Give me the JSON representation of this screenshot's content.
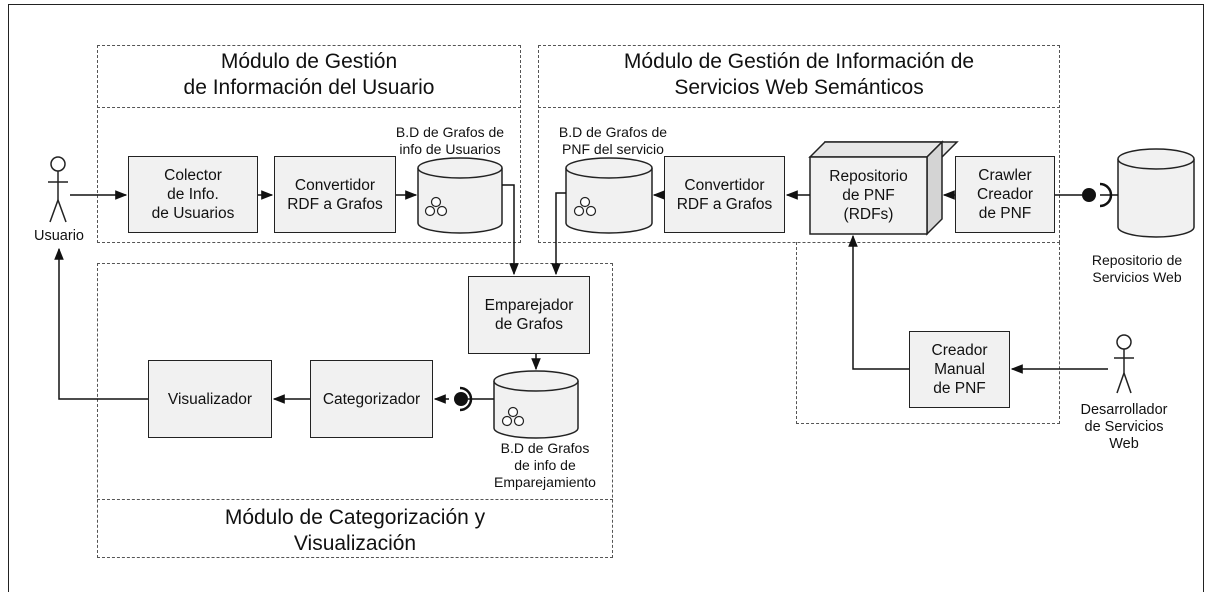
{
  "modules": {
    "user": {
      "title": "Módulo de Gestión\nde Información del Usuario"
    },
    "semantic": {
      "title": "Módulo de Gestión de Información de\nServicios Web Semánticos"
    },
    "categorization": {
      "title": "Módulo de Categorización y\nVisualización"
    }
  },
  "boxes": {
    "collector": "Colector\nde Info.\nde Usuarios",
    "converter_user": "Convertidor\nRDF a Grafos",
    "converter_pnf": "Convertidor\nRDF a Grafos",
    "repository_pnf": "Repositorio\nde PNF\n(RDFs)",
    "crawler": "Crawler\nCreador\nde PNF",
    "manual_creator": "Creador\nManual\nde PNF",
    "matcher": "Emparejador\nde Grafos",
    "categorizer": "Categorizador",
    "visualizer": "Visualizador"
  },
  "databases": {
    "user_graphs": "B.D de Grafos de\ninfo de Usuarios",
    "pnf_graphs": "B.D de Grafos de\nPNF del servicio",
    "match_graphs": "B.D de Grafos\nde info de\nEmparejamiento",
    "web_services": "Repositorio de\nServicios Web"
  },
  "actors": {
    "user": "Usuario",
    "developer": "Desarrollador\nde Servicios\nWeb"
  }
}
